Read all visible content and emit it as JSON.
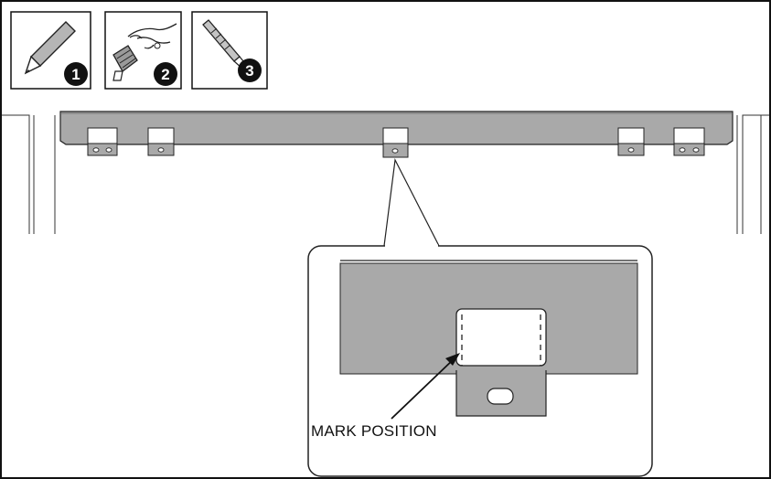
{
  "figure": {
    "tools": [
      {
        "number": "1",
        "icon": "pencil-icon"
      },
      {
        "number": "2",
        "icon": "hand-drill-icon"
      },
      {
        "number": "3",
        "icon": "drill-bit-icon"
      }
    ],
    "annotation": "MARK POSITION",
    "colors": {
      "bracket_fill": "#a9a9a9",
      "line": "#222222",
      "background": "#ffffff"
    }
  }
}
